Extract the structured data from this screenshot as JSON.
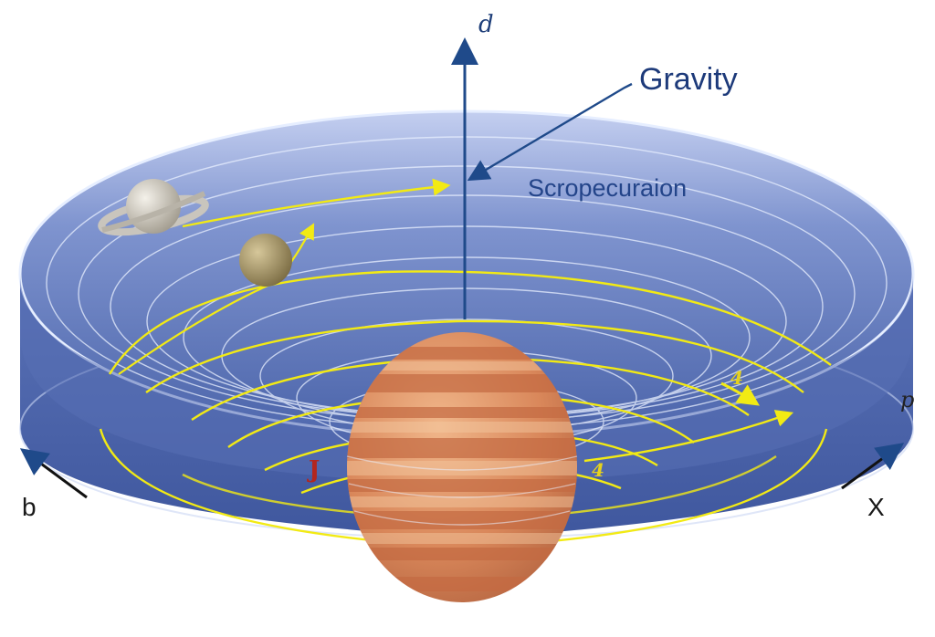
{
  "labels": {
    "axis_top": "d",
    "gravity": "Gravity",
    "field_label": "Scropecuraion",
    "left_axis": "b",
    "right_axis": "X",
    "right_edge": "p",
    "small_red": "J",
    "small_yellow_left": "4",
    "small_yellow_right": "4"
  },
  "colors": {
    "disk": "#6f86c4",
    "disk_dark": "#4a63a8",
    "rings": "#e8f0ff",
    "trajectories": "#f5ee1e",
    "axis": "#1f4a8a",
    "planet_main": "#d98a58",
    "planet_bands": "#c96e46"
  },
  "icons": {
    "top_left_body": "ringed-planet-icon",
    "upper_body": "moon-planet-icon",
    "central_body": "banded-gas-giant-icon"
  }
}
